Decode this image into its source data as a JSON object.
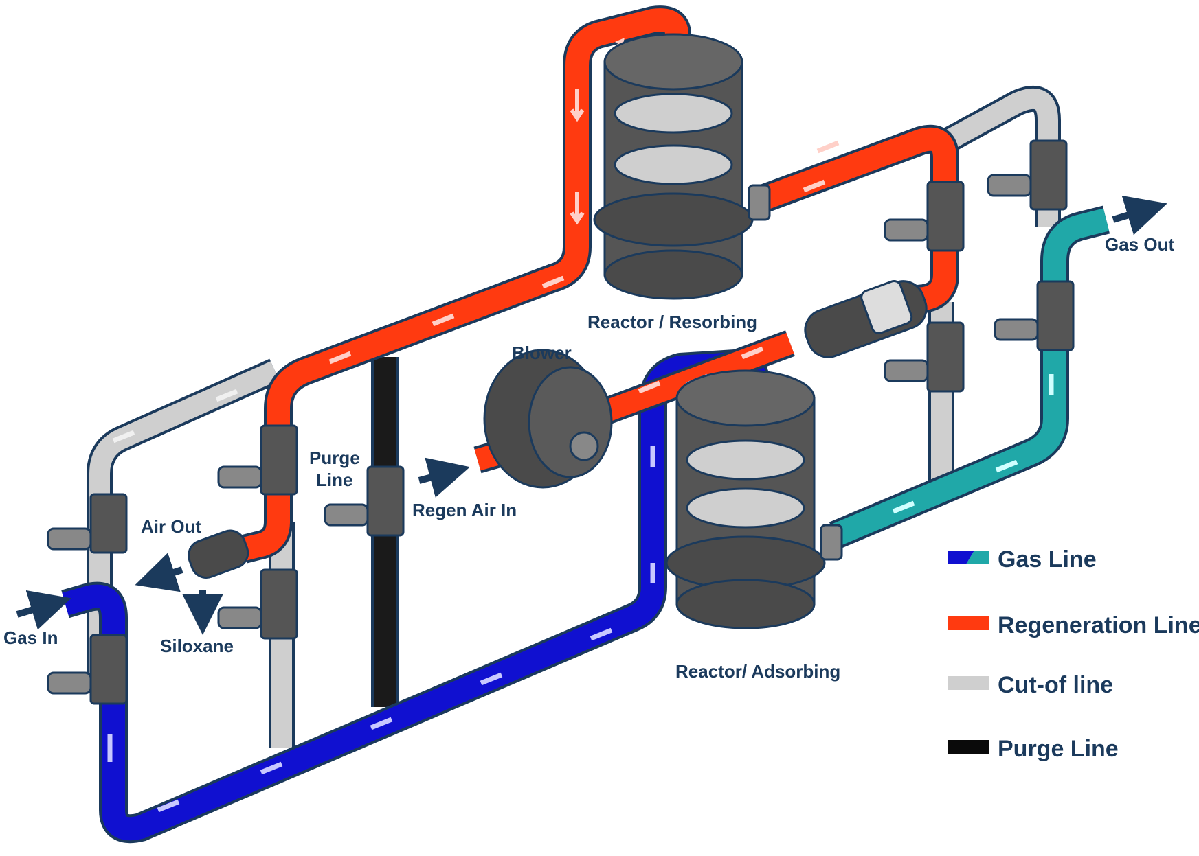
{
  "labels": {
    "reactor_resorbing": "Reactor / Resorbing",
    "reactor_adsorbing": "Reactor/ Adsorbing",
    "blower": "Blower",
    "purge_line_1": "Purge",
    "purge_line_2": "Line",
    "regen_air_in": "Regen Air In",
    "air_out": "Air Out",
    "siloxane": "Siloxane",
    "gas_in": "Gas In",
    "gas_out": "Gas Out"
  },
  "legend": [
    {
      "label": "Gas Line",
      "color": "#1010d0",
      "color2": "#20a8a8"
    },
    {
      "label": "Regeneration Line",
      "color": "#ff3a10"
    },
    {
      "label": "Cut-of line",
      "color": "#cfcfcf"
    },
    {
      "label": "Purge Line",
      "color": "#0a0a0a"
    }
  ],
  "colors": {
    "gas": "#1010d0",
    "gas_out": "#20a8a8",
    "regen": "#ff3a10",
    "cutoff": "#cfcfcf",
    "purge": "#1a1a1a",
    "outline": "#1b3a5c",
    "equipment": "#5a5a5a"
  }
}
